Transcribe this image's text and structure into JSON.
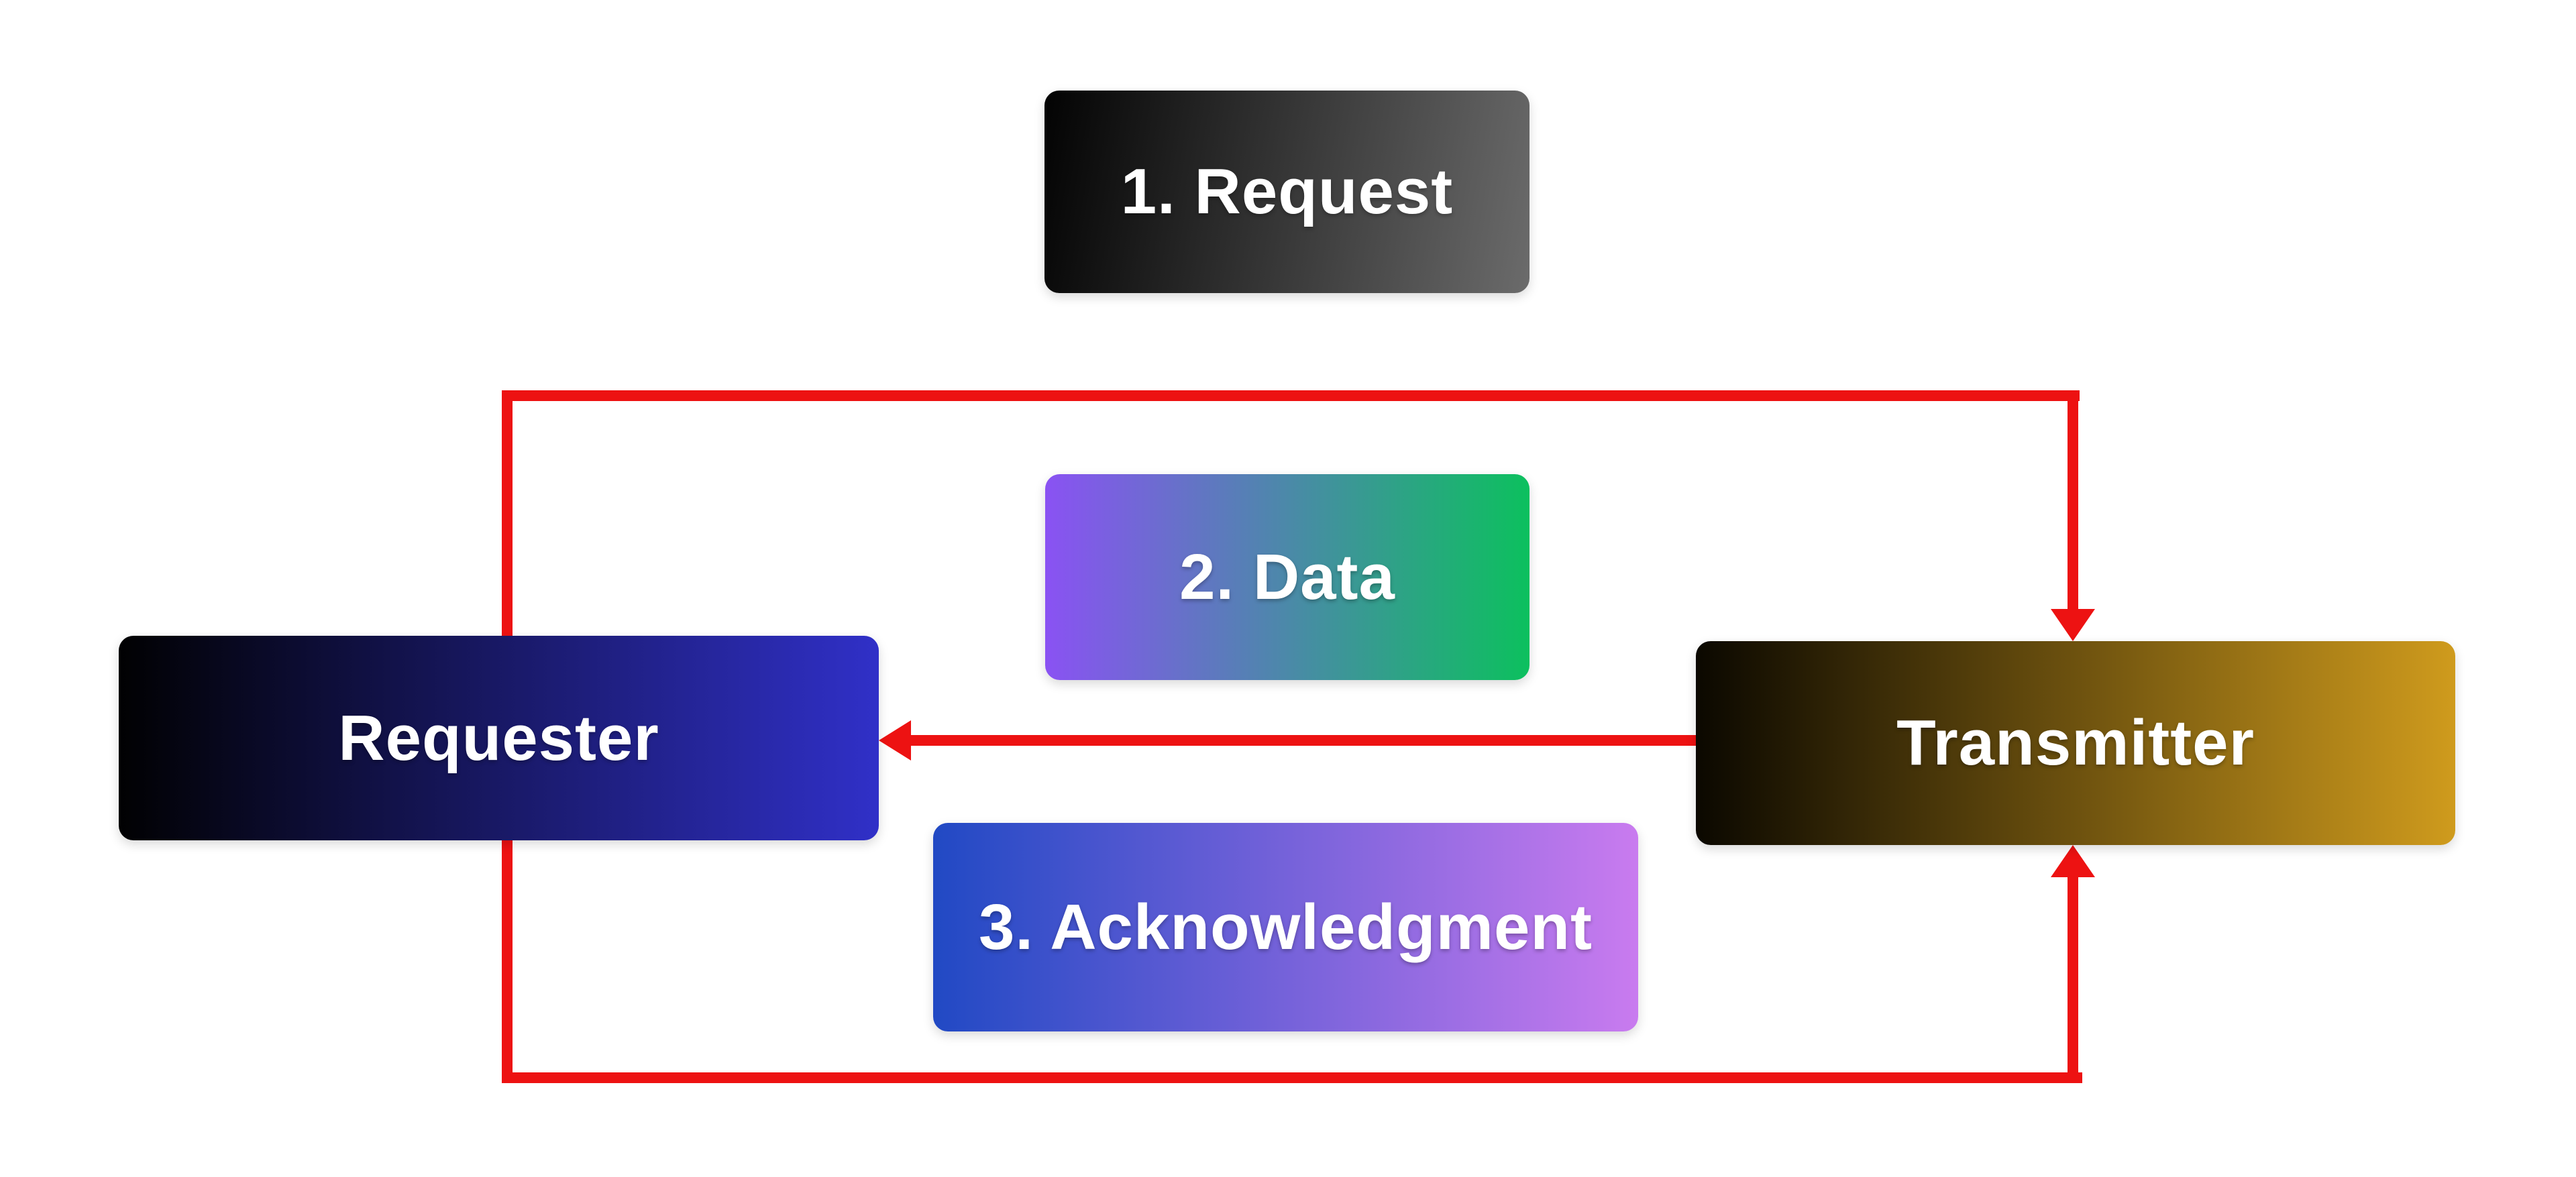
{
  "nodes": {
    "request": {
      "label": "1. Request"
    },
    "data": {
      "label": "2. Data"
    },
    "acknowledgment": {
      "label": "3. Acknowledgment"
    },
    "requester": {
      "label": "Requester"
    },
    "transmitter": {
      "label": "Transmitter"
    }
  },
  "colors": {
    "arrow_red": "#ed1212",
    "label_text": "#ffffff",
    "request_gradient_start": "#030303",
    "request_gradient_end": "#6b6b6b",
    "data_gradient_start": "#8a52f3",
    "data_gradient_end": "#0cc05e",
    "ack_gradient_start": "#2149c4",
    "ack_gradient_end": "#c97bef",
    "requester_gradient_start": "#010102",
    "requester_gradient_end": "#3030c8",
    "transmitter_gradient_start": "#0b0800",
    "transmitter_gradient_end": "#cf9b1d"
  }
}
